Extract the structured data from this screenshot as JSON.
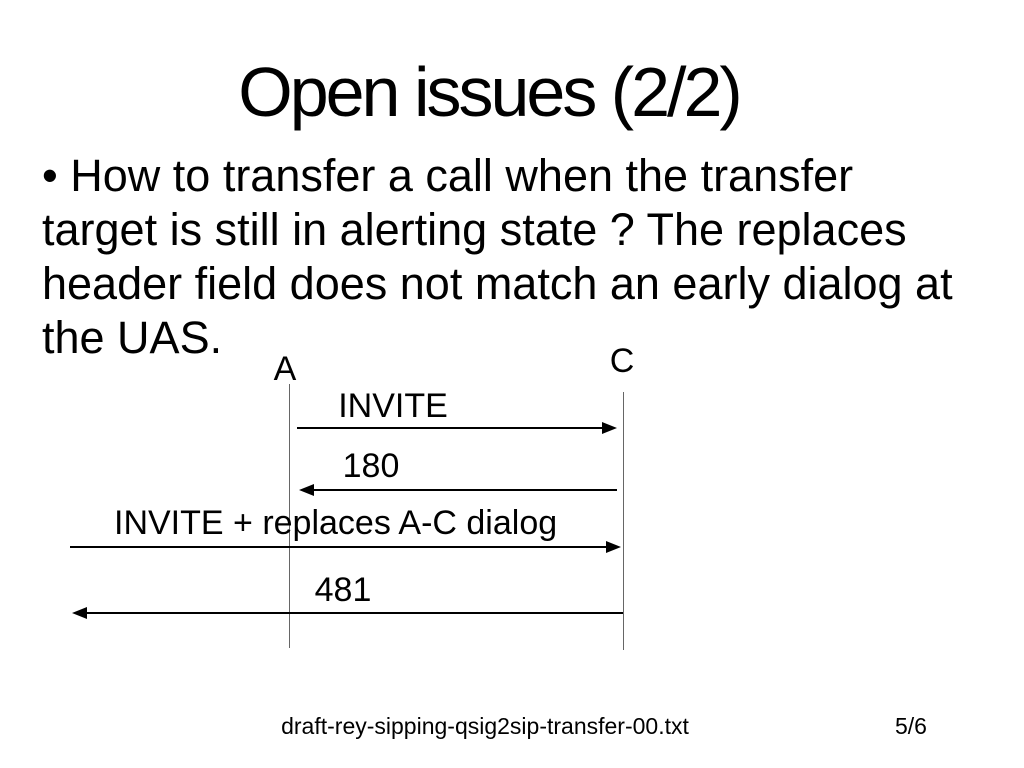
{
  "slide": {
    "title": "Open issues (2/2)",
    "bullet_lines": [
      "• How to transfer a call when the transfer",
      "target is still in alerting state ? The replaces",
      "header field does not match an early dialog at",
      "the UAS."
    ],
    "footer": {
      "filename": "draft-rey-sipping-qsig2sip-transfer-00.txt",
      "page": "5/6"
    }
  },
  "diagram": {
    "type": "sequence",
    "participants": [
      {
        "name": "A"
      },
      {
        "name": "C"
      }
    ],
    "messages": [
      {
        "label": "INVITE",
        "from": "A",
        "to": "C",
        "direction": "right"
      },
      {
        "label": "180",
        "from": "C",
        "to": "A",
        "direction": "left"
      },
      {
        "label": "INVITE + replaces A-C dialog",
        "from": "left-edge",
        "to": "C",
        "direction": "right"
      },
      {
        "label": "481",
        "from": "C",
        "to": "left-edge",
        "direction": "left"
      }
    ],
    "colors": {
      "background": "#ffffff",
      "text": "#000000",
      "arrow": "#000000",
      "lifeline": "#666666"
    }
  }
}
